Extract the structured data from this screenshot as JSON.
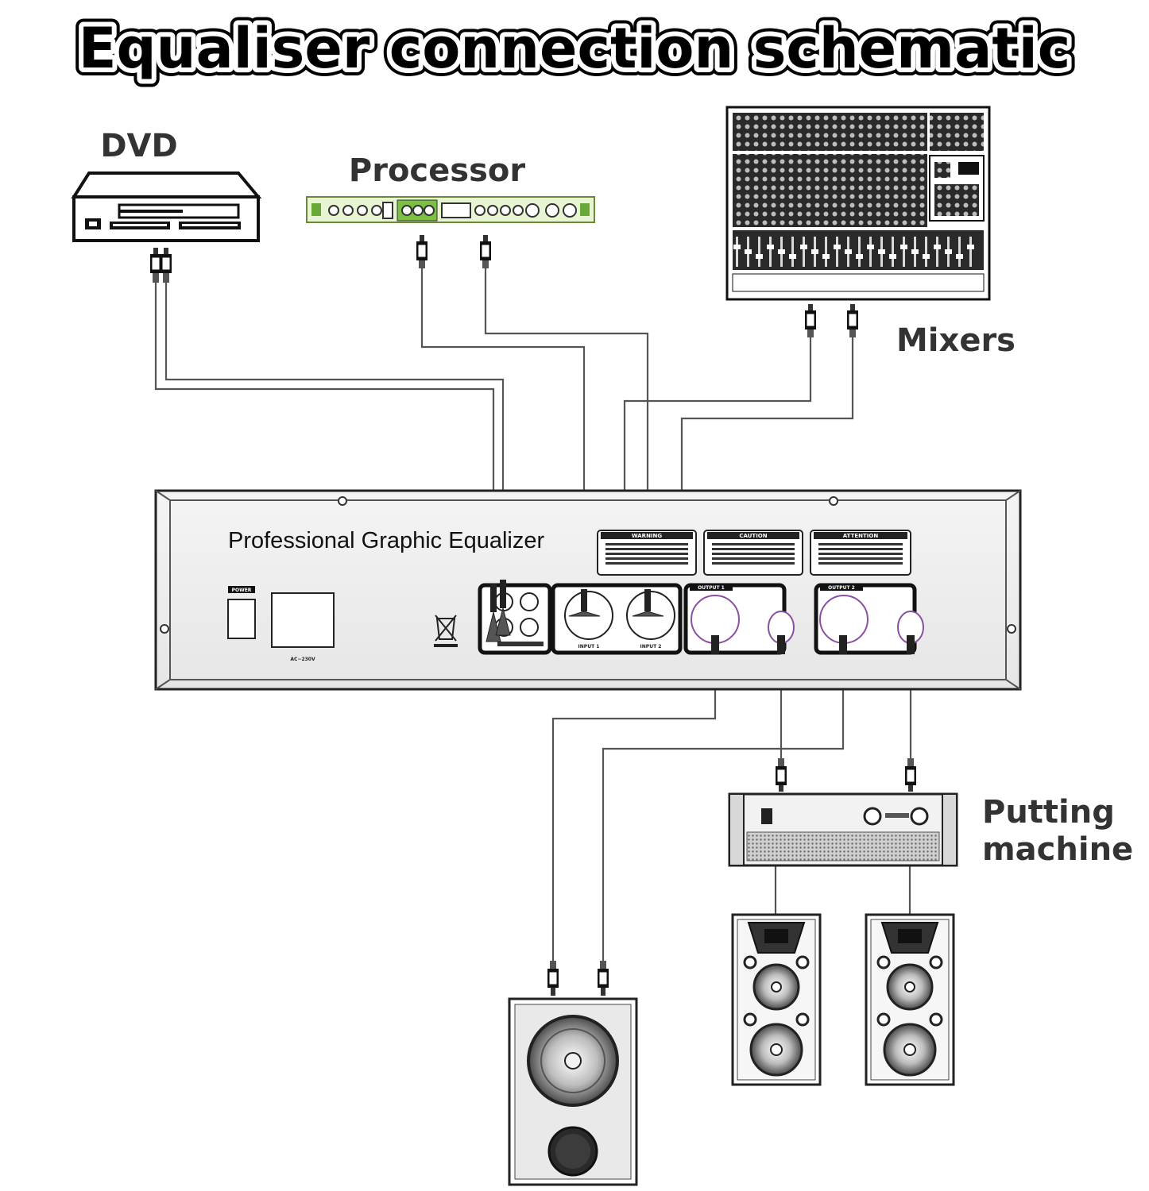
{
  "title": "Equaliser connection schematic",
  "labels": {
    "dvd": "DVD",
    "processor": "Processor",
    "mixers": "Mixers",
    "amp_line1": "Putting",
    "amp_line2": "machine"
  },
  "equalizer": {
    "name": "Professional Graphic Equalizer",
    "warning": "WARNING",
    "caution": "CAUTION",
    "attention": "ATTENTION",
    "power": "POWER",
    "voltage": "AC~230V",
    "input1": "INPUT 1",
    "input2": "INPUT 2",
    "output1": "OUTPUT 1",
    "output2": "OUTPUT 2"
  }
}
